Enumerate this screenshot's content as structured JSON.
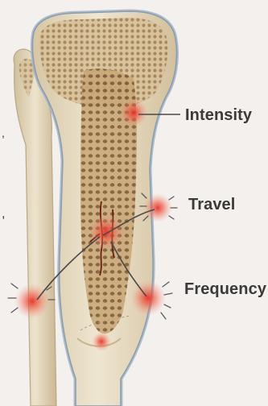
{
  "labels": {
    "intensity": "Intensity",
    "travel": "Travel",
    "frequency": "Frequency"
  },
  "colors": {
    "background": "#f3f0ed",
    "bone_cortex": "#e8dcc3",
    "trabecular": "#b89668",
    "outline": "#9fb4c8",
    "pain_glow": "#e8322a",
    "leader_line": "#4a4a4a"
  }
}
